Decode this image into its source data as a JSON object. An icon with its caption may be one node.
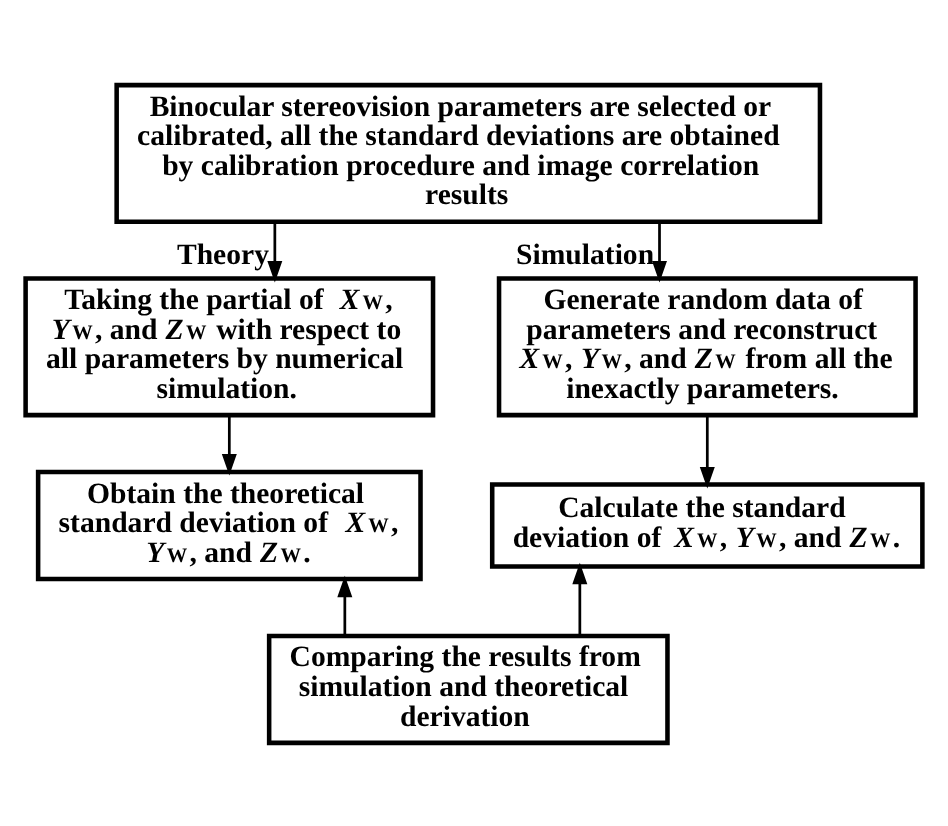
{
  "diagram": {
    "nodes": [
      {
        "text": [
          "Binocular stereovision parameters are selected or calibrated, all the standard deviations are obtained by calibration procedure and image correlation results"
        ]
      },
      {
        "text": [
          "Taking the partial of *X*$_{W}$, *Y*$_{W}$, and *Z*$_{W}$ with respect to all parameters by numerical simulation."
        ]
      },
      {
        "text": [
          "Generate random data of parameters and reconstruct *X*$_{W}$, *Y*$_{W}$, and *Z*$_{W}$ from all the inexactly parameters."
        ]
      },
      {
        "text": [
          "Obtain the theoretical standard deviation of *X*$_{W}$, *Y*$_{W}$, and *Z*$_{W}$."
        ]
      },
      {
        "text": [
          "Calculate the standard deviation of *X*$_{W}$, *Y*$_{W}$, and *Z*$_{W}$."
        ]
      },
      {
        "text": [
          "Comparing the results from simulation and theoretical derivation"
        ]
      }
    ],
    "edges": [
      {
        "from": 0,
        "to": 1,
        "arrow": "to",
        "label": "Theory"
      },
      {
        "from": 0,
        "to": 2,
        "arrow": "to",
        "label": "Simulation"
      },
      {
        "from": 1,
        "to": 3,
        "arrow": "to"
      },
      {
        "from": 2,
        "to": 4,
        "arrow": "to"
      },
      {
        "from": 5,
        "to": 3,
        "arrow": "to"
      },
      {
        "from": 5,
        "to": 4,
        "arrow": "to"
      }
    ]
  }
}
